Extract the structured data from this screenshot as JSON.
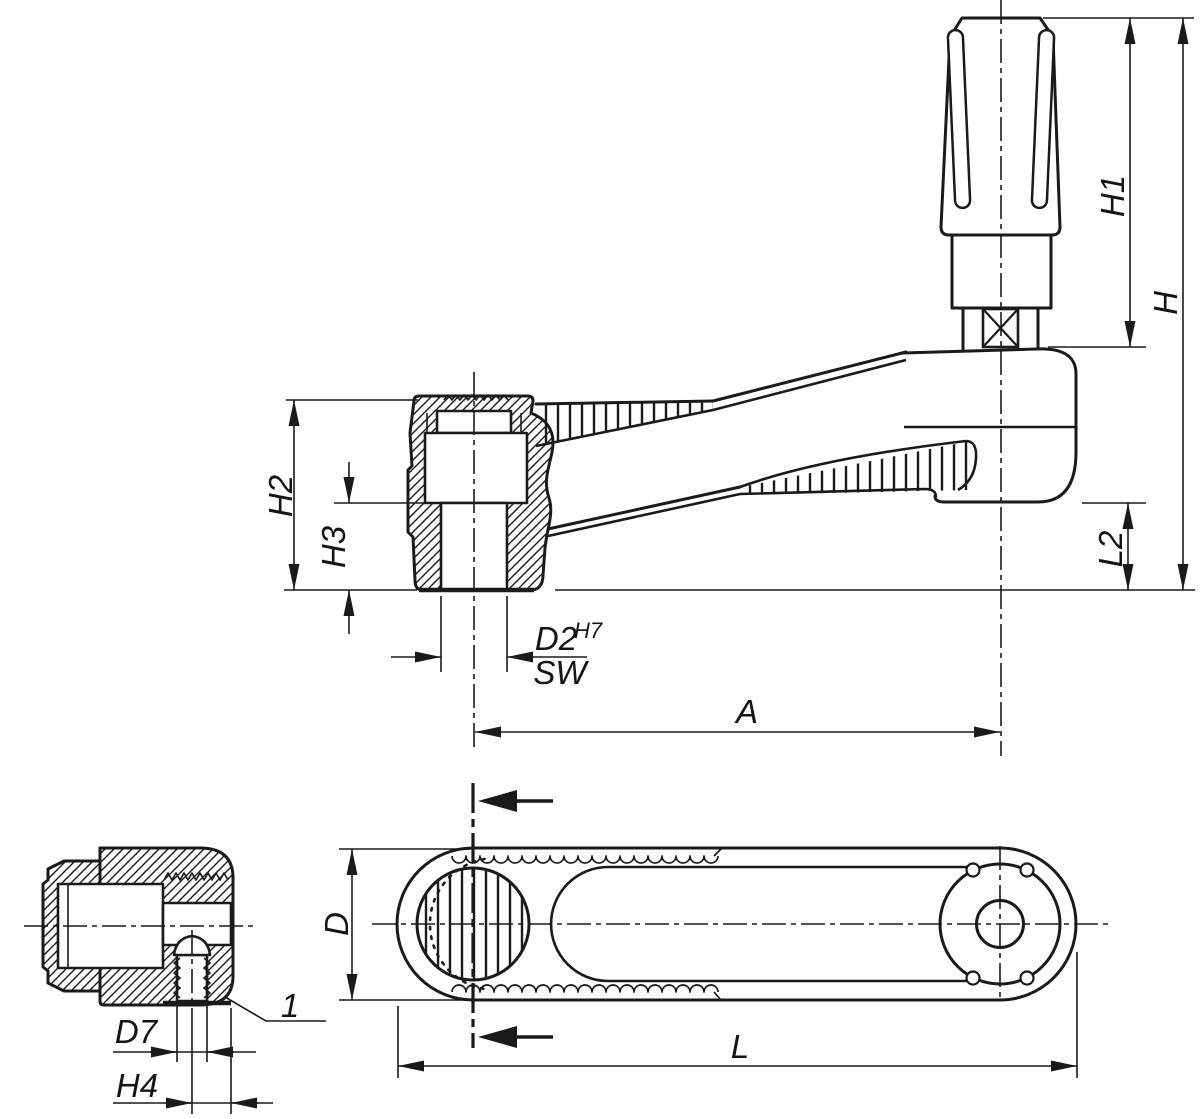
{
  "drawing": {
    "colors": {
      "line": "#1a1a1a",
      "background": "#ffffff"
    },
    "labels": {
      "h1": "H1",
      "h": "H",
      "h2": "H2",
      "h3": "H3",
      "l2": "L2",
      "d2": "D2",
      "d2_tolerance": "H7",
      "sw": "SW",
      "a": "A",
      "d": "D",
      "l": "L",
      "d7": "D7",
      "h4": "H4",
      "item_ref": "1"
    }
  }
}
